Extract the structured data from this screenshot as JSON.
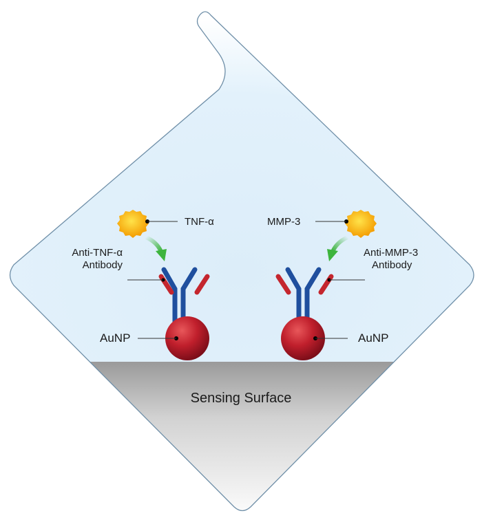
{
  "title": "Sensing Surface",
  "left": {
    "analyte": "TNF-α",
    "antibody_line1": "Anti-TNF-α",
    "antibody_line2": "Antibody",
    "particle": "AuNP"
  },
  "right": {
    "analyte": "MMP-3",
    "antibody_line1": "Anti-MMP-3",
    "antibody_line2": "Antibody",
    "particle": "AuNP"
  },
  "colors": {
    "heavy_chain": "#1f4f9e",
    "light_chain": "#c4262e",
    "nanoparticle": "#b3192a",
    "analyte": "#f5b400",
    "arrow": "#3db43d",
    "outline": "#6f8fa8"
  }
}
